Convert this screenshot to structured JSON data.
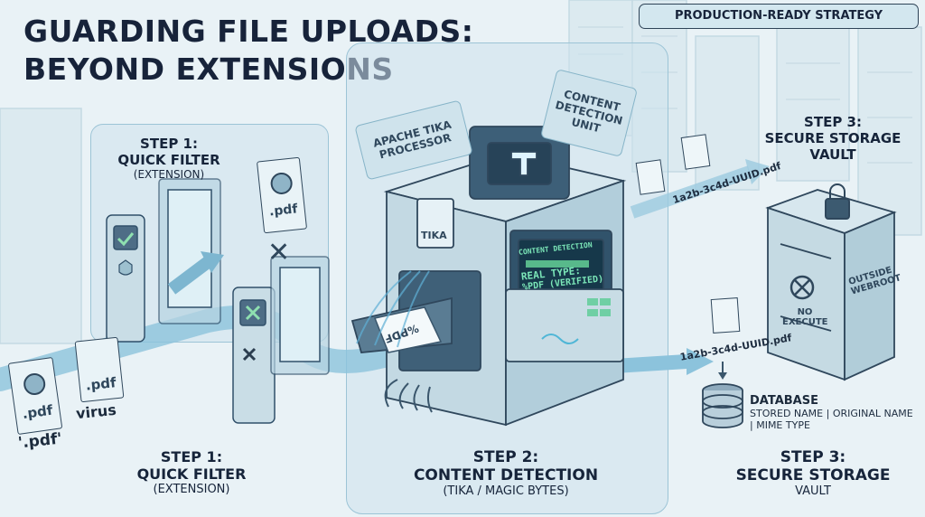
{
  "title_line1": "GUARDING FILE UPLOADS:",
  "title_line2": "BEYOND EXTENSIONS",
  "badge": "PRODUCTION-READY STRATEGY",
  "step1_top": {
    "heading": "STEP 1:",
    "name": "QUICK FILTER",
    "sub": "(EXTENSION)"
  },
  "step1_bottom": {
    "heading": "STEP 1:",
    "name": "QUICK FILTER",
    "sub": "(EXTENSION)"
  },
  "step2": {
    "heading": "STEP 2:",
    "name": "CONTENT DETECTION",
    "sub": "(TIKA / MAGIC BYTES)"
  },
  "step3_top": {
    "heading": "STEP 3:",
    "name": "SECURE STORAGE",
    "sub": "VAULT"
  },
  "step3_bottom": {
    "heading": "STEP 3:",
    "name": "SECURE STORAGE",
    "sub": "VAULT"
  },
  "docs": {
    "pdf": ".pdf",
    "pdf_quoted": "'.pdf'",
    "virus": "virus",
    "pdf_reversed": "%PDF",
    "uuid_top": "1a2b-3c4d-UUID.pdf",
    "uuid_bottom": "1a2b-3c4d-UUID.pdf"
  },
  "tika": {
    "tag": "APACHE TIKA PROCESSOR",
    "unit": "CONTENT DETECTION UNIT",
    "brand": "TIKA",
    "screen_title": "CONTENT DETECTION",
    "screen_line1": "REAL TYPE:",
    "screen_line2": "%PDF (VERIFIED)"
  },
  "vault": {
    "outside": "OUTSIDE WEBROOT",
    "no_execute": "NO EXECUTE"
  },
  "database": {
    "title": "DATABASE",
    "line1": "STORED NAME | ORIGINAL NAME",
    "line2": "| MIME TYPE"
  }
}
